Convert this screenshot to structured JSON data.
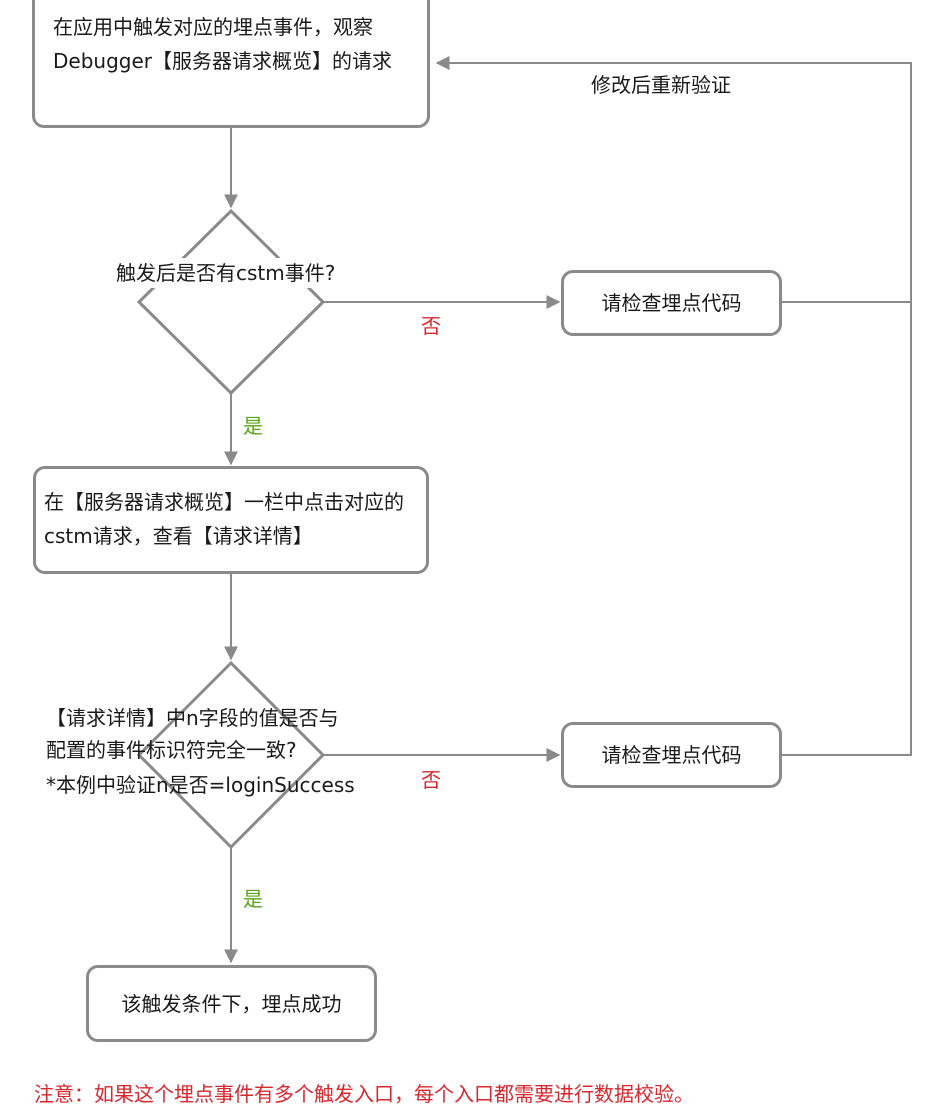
{
  "nodes": {
    "step1": {
      "text": "在应用中触发对应的埋点事件，观察Debugger【服务器请求概览】的请求"
    },
    "question1": {
      "text": "触发后是否有cstm事件?"
    },
    "check1": {
      "text": "请检查埋点代码"
    },
    "step2": {
      "text": "在【服务器请求概览】一栏中点击对应的cstm请求，查看【请求详情】"
    },
    "question2": {
      "line1": "【请求详情】中n字段的值是否与",
      "line2": "配置的事件标识符完全一致?",
      "line3": "*本例中验证n是否=loginSuccess"
    },
    "check2": {
      "text": "请检查埋点代码"
    },
    "success": {
      "text": "该触发条件下，埋点成功"
    }
  },
  "labels": {
    "no1": "否",
    "yes1": "是",
    "no2": "否",
    "yes2": "是",
    "retry": "修改后重新验证"
  },
  "note": "注意：如果这个埋点事件有多个触发入口，每个入口都需要进行数据校验。",
  "colors": {
    "line": "#8a8a8a",
    "no": "#d9272e",
    "yes": "#58a416",
    "note": "#d9272e"
  }
}
